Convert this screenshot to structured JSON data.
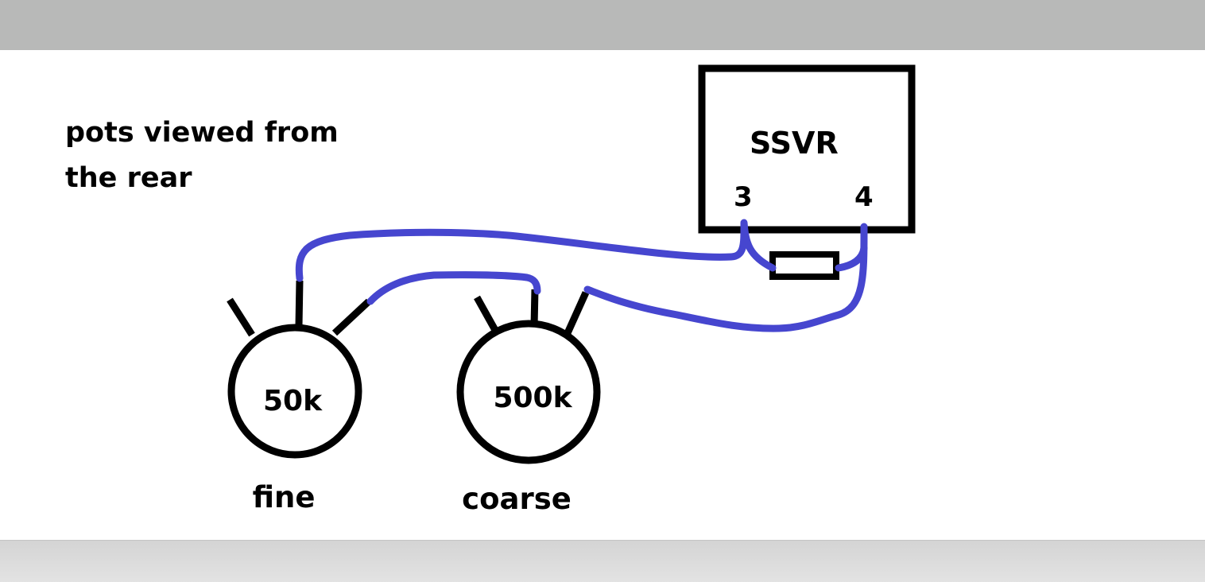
{
  "diagram": {
    "note_lines": [
      "pots viewed from",
      "the rear"
    ],
    "module": {
      "label": "SSVR",
      "terminal_left": "3",
      "terminal_right": "4"
    },
    "pots": [
      {
        "value": "50k",
        "caption": "fine"
      },
      {
        "value": "500k",
        "caption": "coarse"
      }
    ],
    "colors": {
      "wire": "#4646cf",
      "outline": "#000000",
      "top_bar": "#b8b9b8",
      "bottom_bar": "#dadada"
    }
  }
}
